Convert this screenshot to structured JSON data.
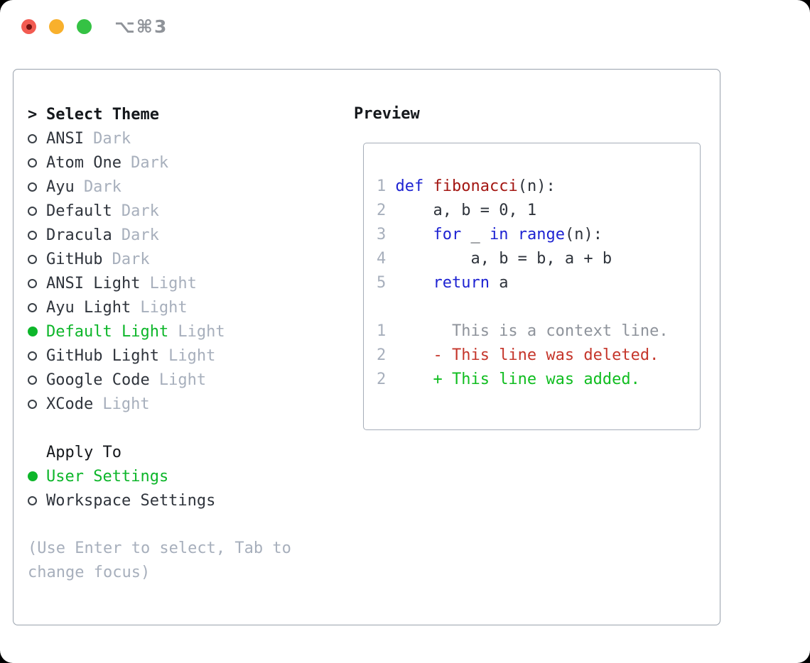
{
  "window": {
    "shortcut": "⌥⌘3"
  },
  "theme_picker": {
    "prompt": ">",
    "header": "Select Theme",
    "items": [
      {
        "name": "ANSI",
        "variant": "Dark",
        "selected": false
      },
      {
        "name": "Atom One",
        "variant": "Dark",
        "selected": false
      },
      {
        "name": "Ayu",
        "variant": "Dark",
        "selected": false
      },
      {
        "name": "Default",
        "variant": "Dark",
        "selected": false
      },
      {
        "name": "Dracula",
        "variant": "Dark",
        "selected": false
      },
      {
        "name": "GitHub",
        "variant": "Dark",
        "selected": false
      },
      {
        "name": "ANSI Light",
        "variant": "Light",
        "selected": false
      },
      {
        "name": "Ayu Light",
        "variant": "Light",
        "selected": false
      },
      {
        "name": "Default Light",
        "variant": "Light",
        "selected": true
      },
      {
        "name": "GitHub Light",
        "variant": "Light",
        "selected": false
      },
      {
        "name": "Google Code",
        "variant": "Light",
        "selected": false
      },
      {
        "name": "XCode",
        "variant": "Light",
        "selected": false
      }
    ]
  },
  "apply_to": {
    "header": "Apply To",
    "options": [
      {
        "label": "User Settings",
        "selected": true
      },
      {
        "label": "Workspace Settings",
        "selected": false
      }
    ]
  },
  "help": {
    "lines": [
      "(Use Enter to select, Tab to",
      "change focus)"
    ]
  },
  "preview": {
    "header": "Preview",
    "code_lines": [
      {
        "num": "1",
        "segments": [
          {
            "t": " "
          },
          {
            "t": "def",
            "c": "kw"
          },
          {
            "t": " "
          },
          {
            "t": "fibonacci",
            "c": "fn"
          },
          {
            "t": "(n):"
          }
        ]
      },
      {
        "num": "2",
        "segments": [
          {
            "t": "     a, b = 0, 1"
          }
        ]
      },
      {
        "num": "3",
        "segments": [
          {
            "t": "     "
          },
          {
            "t": "for",
            "c": "kw"
          },
          {
            "t": " _ "
          },
          {
            "t": "in",
            "c": "kw"
          },
          {
            "t": " "
          },
          {
            "t": "range",
            "c": "kw"
          },
          {
            "t": "(n):"
          }
        ]
      },
      {
        "num": "4",
        "segments": [
          {
            "t": "         a, b = b, a + b"
          }
        ]
      },
      {
        "num": "5",
        "segments": [
          {
            "t": "     "
          },
          {
            "t": "return",
            "c": "kw"
          },
          {
            "t": " a"
          }
        ]
      }
    ],
    "diff_lines": [
      {
        "num": "1",
        "segments": [
          {
            "t": "       This is a context line.",
            "c": "ctx"
          }
        ]
      },
      {
        "num": "2",
        "segments": [
          {
            "t": "     - This line was deleted.",
            "c": "del"
          }
        ]
      },
      {
        "num": "2",
        "segments": [
          {
            "t": "     + This line was added.",
            "c": "add"
          }
        ]
      }
    ]
  },
  "colors": {
    "accent_green": "#0db62a",
    "keyword_blue": "#1e23d2",
    "function_red": "#a31612",
    "diff_deleted": "#c5362b",
    "diff_added": "#10bd20",
    "diff_context": "#8e939b",
    "muted_gray": "#a7afbc",
    "text_dark": "#2f343c",
    "header_black": "#15181c",
    "border_gray": "#99a2ad",
    "border_gray_2": "#a5adb8",
    "titlebar_gray": "#8f9399",
    "traffic_red": "#f25b51",
    "traffic_red_dot": "#731210",
    "traffic_yellow": "#f8b02c",
    "traffic_green": "#35c244"
  }
}
